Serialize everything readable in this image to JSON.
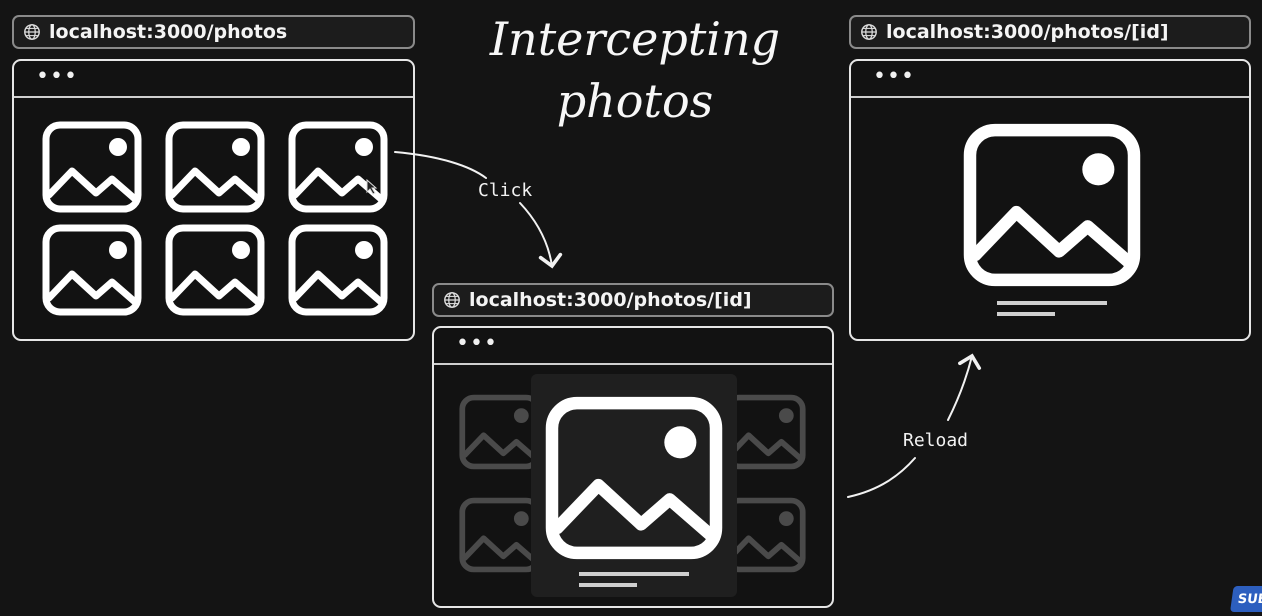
{
  "title": {
    "line1": "Intercepting",
    "line2": "photos"
  },
  "windows": {
    "photos": {
      "url": "localhost:3000/photos",
      "menu": "•••"
    },
    "intercepted": {
      "url": "localhost:3000/photos/[id]",
      "menu": "•••"
    },
    "reloaded": {
      "url": "localhost:3000/photos/[id]",
      "menu": "•••"
    }
  },
  "arrows": {
    "click_label": "Click",
    "reload_label": "Reload"
  },
  "icons": {
    "globe": "globe-icon",
    "photo": "photo-icon",
    "cursor": "cursor-icon"
  },
  "badge": {
    "text": "SUB"
  }
}
